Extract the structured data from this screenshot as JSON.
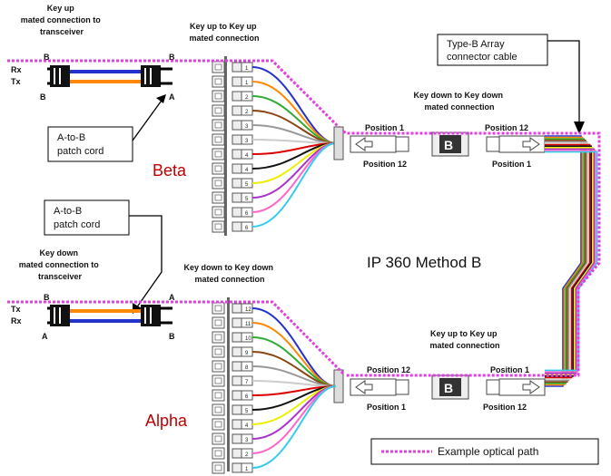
{
  "beta": {
    "key_up_transceiver": [
      "Key up",
      "mated connection to",
      "transceiver"
    ],
    "key_up_key_up": [
      "Key up to Key up",
      "mated connection"
    ],
    "rx": "Rx",
    "tx": "Tx",
    "pin_b_left": "B",
    "pin_b_right": "B",
    "pin_a_bottom_left": "B",
    "pin_a_bottom_right": "A",
    "patch_cord": [
      "A-to-B",
      "patch cord"
    ],
    "name": "Beta",
    "fiber_labels": [
      "1",
      "1",
      "2",
      "2",
      "3",
      "3",
      "4",
      "4",
      "5",
      "5",
      "6",
      "6"
    ]
  },
  "alpha": {
    "key_down_transceiver": [
      "Key down",
      "mated connection to",
      "transceiver"
    ],
    "key_down_key_down": [
      "Key down to Key down",
      "mated connection"
    ],
    "tx": "Tx",
    "rx": "Rx",
    "pin_b_left": "B",
    "pin_a_left": "A",
    "pin_a_right": "A",
    "pin_b_right": "B",
    "patch_cord": [
      "A-to-B",
      "patch cord"
    ],
    "name": "Alpha",
    "fiber_labels": [
      "12",
      "11",
      "10",
      "9",
      "8",
      "7",
      "6",
      "5",
      "4",
      "3",
      "2",
      "1"
    ]
  },
  "array": {
    "type_b": [
      "Type-B Array",
      "connector cable"
    ],
    "key_down_key_down": [
      "Key down to Key down",
      "mated connection"
    ],
    "key_up_key_up": [
      "Key up to Key up",
      "mated connection"
    ],
    "top_pos_left": "Position 1",
    "top_pos_left_below": "Position 12",
    "top_pos_right": "Position 12",
    "top_pos_right_below": "Position 1",
    "bottom_pos_left": "Position 12",
    "bottom_pos_left_below": "Position 1",
    "bottom_pos_right": "Position 1",
    "bottom_pos_right_below": "Position 12",
    "adapter_letter": "B"
  },
  "title": "IP 360 Method B",
  "legend": "Example optical path",
  "colors": {
    "path": "#e040e0",
    "red_label": "#c00000",
    "fibers": [
      "#2233cc",
      "#ff8800",
      "#33aa33",
      "#8b4513",
      "#999999",
      "#ffffff",
      "#dd0000",
      "#111111",
      "#eeee00",
      "#aa33cc",
      "#ff66cc",
      "#33ccee"
    ]
  }
}
